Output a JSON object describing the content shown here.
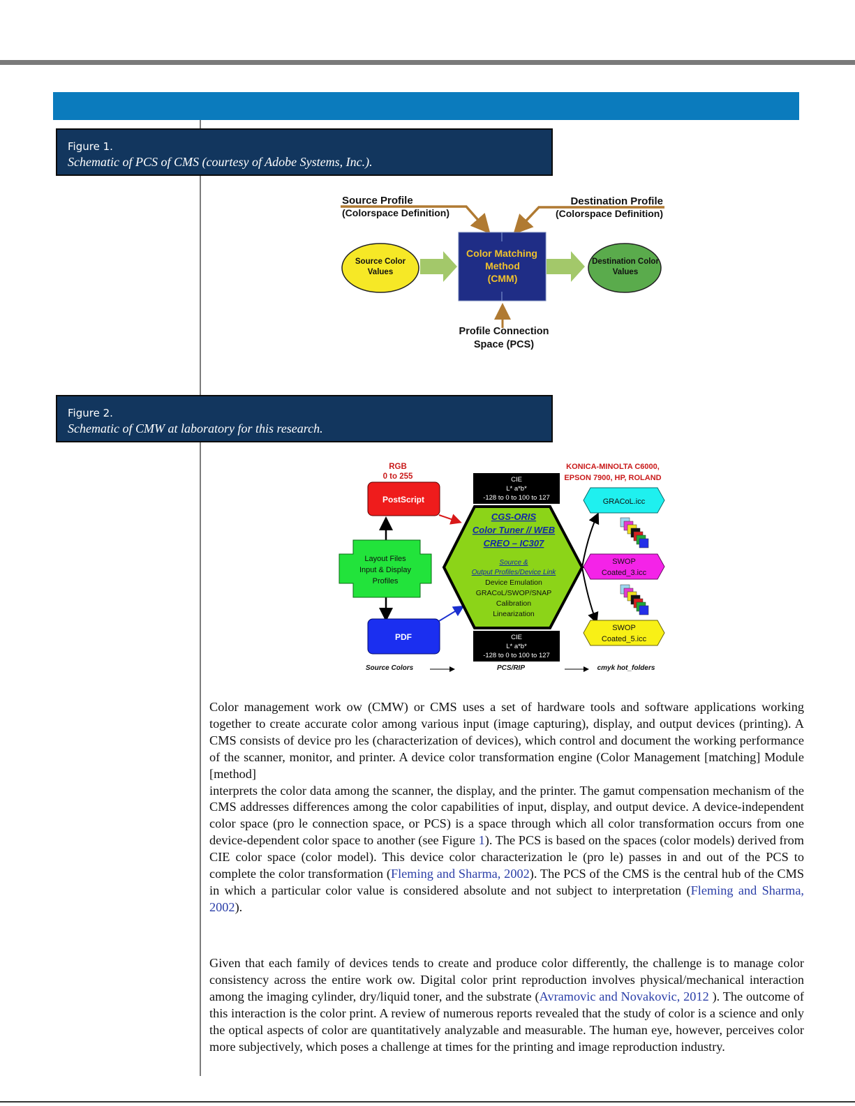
{
  "figure1": {
    "number": "Figure 1.",
    "caption": "Schematic of PCS of CMS (courtesy of Adobe Systems, Inc.).",
    "diagram": {
      "source_profile": "Source Profile",
      "source_profile_sub": "(Colorspace Definition)",
      "destination_profile": "Destination Profile",
      "destination_profile_sub": "(Colorspace Definition)",
      "source_values_line1": "Source Color",
      "source_values_line2": "Values",
      "cmm_line1": "Color Matching",
      "cmm_line2": "Method",
      "cmm_line3": "(CMM)",
      "dest_values_line1": "Destination Color",
      "dest_values_line2": "Values",
      "pcs_line1": "Profile Connection",
      "pcs_line2": "Space (PCS)"
    }
  },
  "figure2": {
    "number": "Figure 2.",
    "caption": "Schematic of CMW at laboratory for this research.",
    "diagram": {
      "rgb_line1": "RGB",
      "rgb_line2": "0 to 255",
      "postscript": "PostScript",
      "layout_line1": "Layout Files",
      "layout_line2": "Input & Display",
      "layout_line3": "Profiles",
      "pdf": "PDF",
      "cie_top_line1": "CIE",
      "cie_top_line2": "L* a*b*",
      "cie_top_line3": "-128  to 0 to 100 to  127",
      "cie_bottom_line1": "CIE",
      "cie_bottom_line2": "L* a*b*",
      "cie_bottom_line3": "-128  to 0 to 100 to  127",
      "hex_line1": "CGS-ORIS",
      "hex_line2": "Color Tuner // WEB",
      "hex_line3": "CREO – IC307",
      "hex_line4": "Source &",
      "hex_line5": "Output Profiles/Device Link",
      "hex_line6": "Device Emulation",
      "hex_line7": "GRACoL/SWOP/SNAP",
      "hex_line8": "Calibration",
      "hex_line9": "Linearization",
      "printers_line1": "KONICA-MINOLTA C6000,",
      "printers_line2": "EPSON 7900, HP,  ROLAND",
      "gracol": "GRACoL.icc",
      "swop3_line1": "SWOP",
      "swop3_line2": "Coated_3.icc",
      "swop5_line1": "SWOP",
      "swop5_line2": "Coated_5.icc",
      "footer_source": "Source Colors",
      "footer_pcs": "PCS/RIP",
      "footer_cmyk": "cmyk hot_folders"
    }
  },
  "paragraph1": {
    "t1": "Color management work  ow (CMW) or CMS uses a set of hardware tools and software applications working together to create accurate color among various input (image capturing), display, and output devices (printing). A CMS consists of device pro  les (characterization of devices), which control and document the working performance of the scanner, monitor, and printer. A device color transformation  engine  (Color  Management  [matching]  Module  [method]",
    "t2": "interprets the color data among the scanner, the display, and the printer. The gamut compensation mechanism of the CMS addresses differences among the color capabilities of input, display, and output device. A device-independent color space (pro  le connection space, or PCS) is a space through which all color transformation occurs from one device-dependent color space to another (see Figure ",
    "ref1": "1",
    "t3": "). The PCS is based on the spaces (color models) derived from CIE color space (color model). This device color characterization   le (pro  le) passes in and out of the PCS to complete the color transformation (",
    "ref2": "Fleming and Sharma, 2002",
    "t4": "). The PCS of the CMS is the central hub of the CMS in which a particular color value is considered absolute and not subject to interpretation (",
    "ref3": "Fleming and Sharma, 2002",
    "t5": ")."
  },
  "paragraph2": {
    "t1": "Given that each family of devices tends to create and produce color differently, the challenge is to manage color consistency across the entire work  ow. Digital color print reproduction involves physical/mechanical interaction among the imaging cylinder, dry/liquid toner, and the substrate (",
    "ref1": "Avramovic and Novakovic, 2012 ",
    "t2": "). The outcome of this interaction is the color print. A review of numerous reports revealed that the study of color is a science and only the optical aspects of color are quantitatively analyzable and measurable. The human eye, however, perceives color more subjectively, which poses a challenge at times for the printing and image reproduction industry."
  },
  "colors": {
    "header_band": "#0b7bbd",
    "caption_box": "#12365e",
    "citation_link": "#2b3fa8"
  }
}
